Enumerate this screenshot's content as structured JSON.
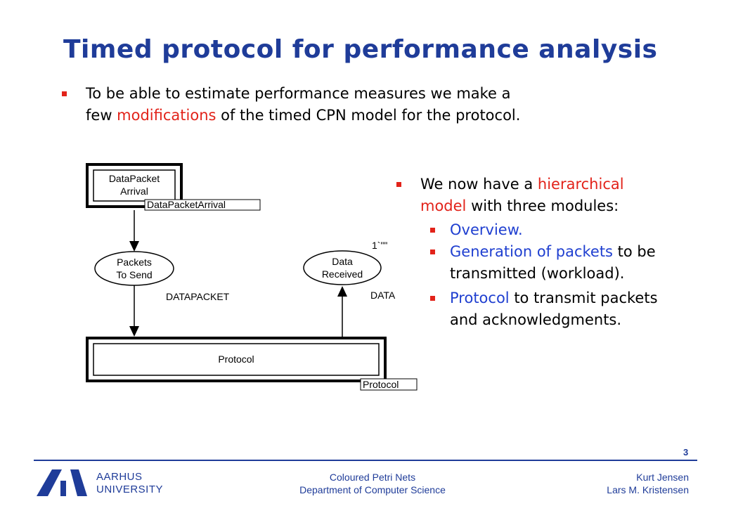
{
  "title": "Timed protocol for performance analysis",
  "intro": {
    "line1": "To be able to estimate performance measures we make a",
    "line2_pre": "few ",
    "line2_highlight": "modifications",
    "line2_post": " of the timed CPN model for the protocol."
  },
  "right_list": {
    "head_pre": "We now have a ",
    "head_highlight1": "hierarchical",
    "head_highlight2": "model",
    "head_post": " with three modules:",
    "items": [
      {
        "highlight": "Overview.",
        "line1_rest": "",
        "line2": ""
      },
      {
        "highlight": "Generation of packets",
        "line1_rest": " to be",
        "line2": "transmitted (workload)."
      },
      {
        "highlight": "Protocol",
        "line1_rest": " to transmit packets",
        "line2": "and acknowledgments."
      }
    ]
  },
  "diagram": {
    "datapacket_arrival_line1": "DataPacket",
    "datapacket_arrival_line2": "Arrival",
    "datapacket_arrival_tag": "DataPacketArrival",
    "packets_to_send_line1": "Packets",
    "packets_to_send_line2": "To Send",
    "packets_type": "DATAPACKET",
    "data_received_line1": "Data",
    "data_received_line2": "Received",
    "data_received_type": "DATA",
    "data_received_marking": "1`\"\"",
    "protocol_label": "Protocol",
    "protocol_tag": "Protocol"
  },
  "footer": {
    "page_number": "3",
    "university_line1": "AARHUS",
    "university_line2": "UNIVERSITY",
    "center_line1": "Coloured Petri Nets",
    "center_line2": "Department of Computer Science",
    "right_line1": "Kurt Jensen",
    "right_line2": "Lars M. Kristensen"
  }
}
